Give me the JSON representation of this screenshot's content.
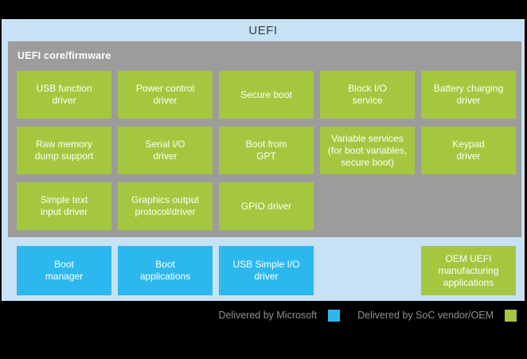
{
  "title": "UEFI",
  "colors": {
    "background": "#000000",
    "panel_blue": "#c6e2f4",
    "core_gray": "#9c9c9c",
    "microsoft_blue": "#2cb8ef",
    "oem_green": "#a5c73f",
    "title_text": "#3d3d3d",
    "box_text": "#ffffff",
    "legend_text": "#8f8f8f"
  },
  "core": {
    "label": "UEFI core/firmware",
    "boxes": [
      {
        "label": "USB function\ndriver"
      },
      {
        "label": "Power control\ndriver"
      },
      {
        "label": "Secure boot"
      },
      {
        "label": "Block I/O\nservice"
      },
      {
        "label": "Battery charging\ndriver"
      },
      {
        "label": "Raw memory\ndump support"
      },
      {
        "label": "Serial I/O\ndriver"
      },
      {
        "label": "Boot from\nGPT"
      },
      {
        "label": "Variable services\n(for boot variables,\nsecure boot)"
      },
      {
        "label": "Keypad\ndriver"
      },
      {
        "label": "Simple text\ninput driver"
      },
      {
        "label": "Graphics output\nprotocol/driver"
      },
      {
        "label": "GPIO driver"
      }
    ]
  },
  "bottom": {
    "boxes": [
      {
        "label": "Boot\nmanager"
      },
      {
        "label": "Boot\napplications"
      },
      {
        "label": "USB Simple I/O\ndriver"
      },
      {
        "label": "OEM UEFI\nmanufacturing\napplications"
      }
    ]
  },
  "legend": {
    "items": [
      {
        "label": "Delivered by Microsoft",
        "color": "#2cb8ef"
      },
      {
        "label": "Delivered by SoC vendor/OEM",
        "color": "#a5c73f"
      }
    ]
  }
}
